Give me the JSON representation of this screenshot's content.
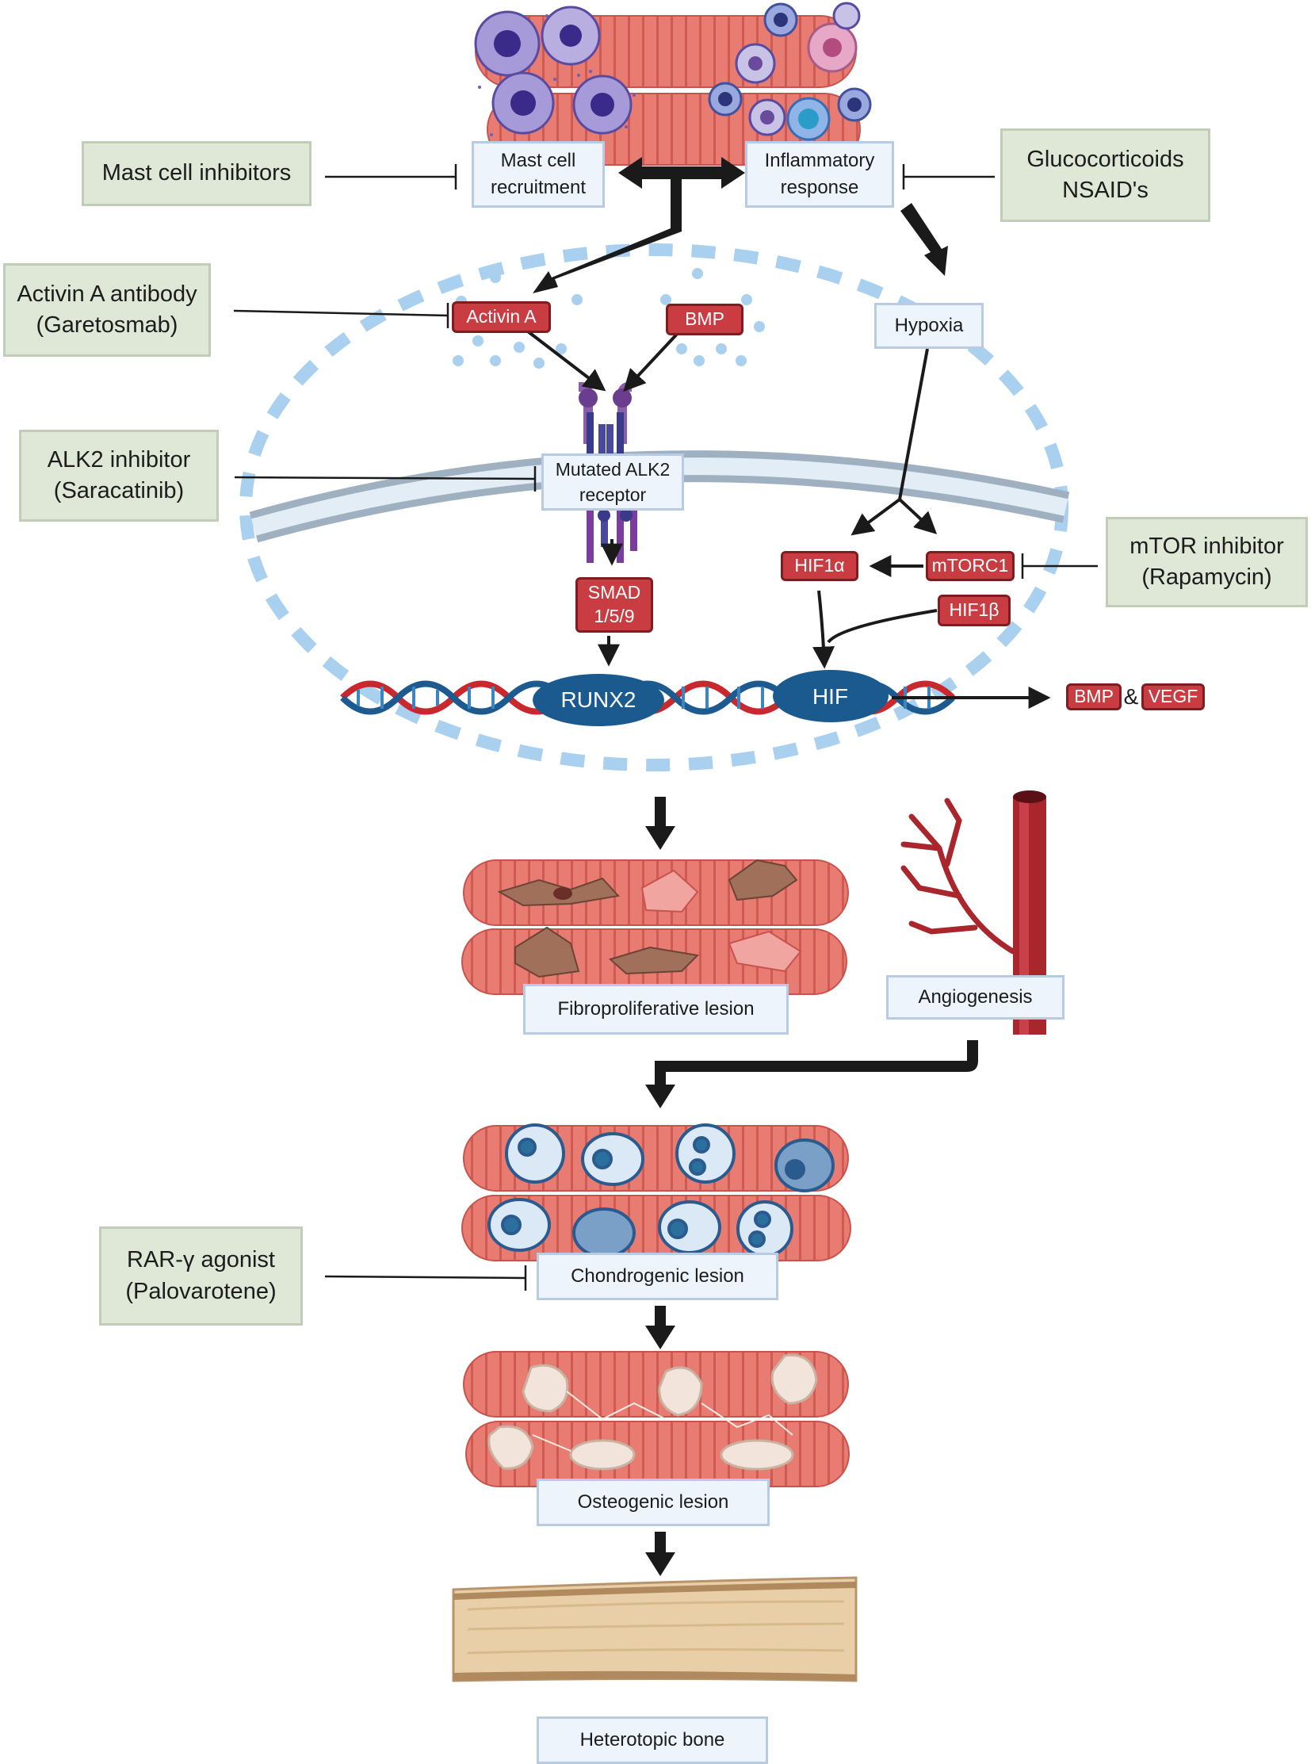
{
  "inhibitors": {
    "mast": "Mast cell inhibitors",
    "gluco": "Glucocorticoids\nNSAID's",
    "activin": "Activin A antibody\n(Garetosmab)",
    "alk2": "ALK2 inhibitor\n(Saracatinib)",
    "mtor": "mTOR inhibitor\n(Rapamycin)",
    "rar": "RAR-γ agonist\n(Palovarotene)"
  },
  "process": {
    "mast_recruitment": "Mast cell\nrecruitment",
    "inflammatory": "Inflammatory\nresponse",
    "hypoxia": "Hypoxia",
    "alk2_receptor": "Mutated ALK2\nreceptor",
    "fibro": "Fibroproliferative lesion",
    "angio": "Angiogenesis",
    "chondro": "Chondrogenic lesion",
    "osteo": "Osteogenic lesion",
    "bone": "Heterotopic bone"
  },
  "molecules": {
    "activin_a": "Activin A",
    "bmp": "BMP",
    "smad": "SMAD\n1/5/9",
    "hif1a": "HIF1α",
    "mtorc1": "mTORC1",
    "hif1b": "HIF1β",
    "bmp_out": "BMP",
    "amp": "&",
    "vegf": "VEGF"
  },
  "nuclear": {
    "runx2": "RUNX2",
    "hif": "HIF"
  },
  "colors": {
    "inhibitor_fill": "#dfe7d7",
    "process_fill": "#eef4fb",
    "molecule_red": "#c83c42",
    "dna_blue": "#1d5a8f",
    "muscle": "#e8756e"
  }
}
